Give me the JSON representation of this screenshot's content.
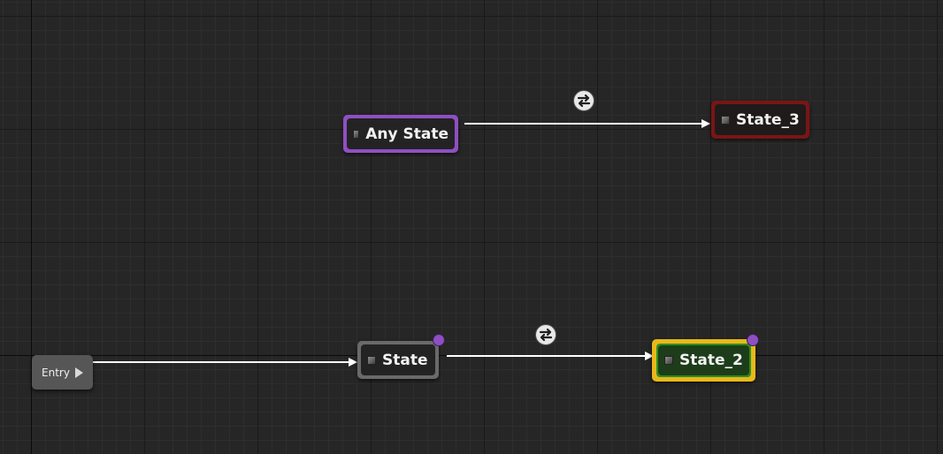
{
  "graph": {
    "background_color": "#262626",
    "entry": {
      "label": "Entry",
      "icon": "play-arrow-icon"
    },
    "nodes": {
      "any_state": {
        "label": "Any State",
        "border_color": "#8f4fc2",
        "icon": "state-cube-icon"
      },
      "state_3": {
        "label": "State_3",
        "border_color": "#7a1515",
        "icon": "state-cube-icon"
      },
      "state": {
        "label": "State",
        "border_color": "#6a6a6a",
        "icon": "state-cube-icon"
      },
      "state_2": {
        "label": "State_2",
        "border_color": "#e8b81a",
        "inner_color": "#1d6e19",
        "icon": "state-cube-icon"
      }
    },
    "transition_icons": [
      "bidirectional-arrows-icon",
      "bidirectional-arrows-icon"
    ],
    "wire_color": "#ffffff"
  }
}
